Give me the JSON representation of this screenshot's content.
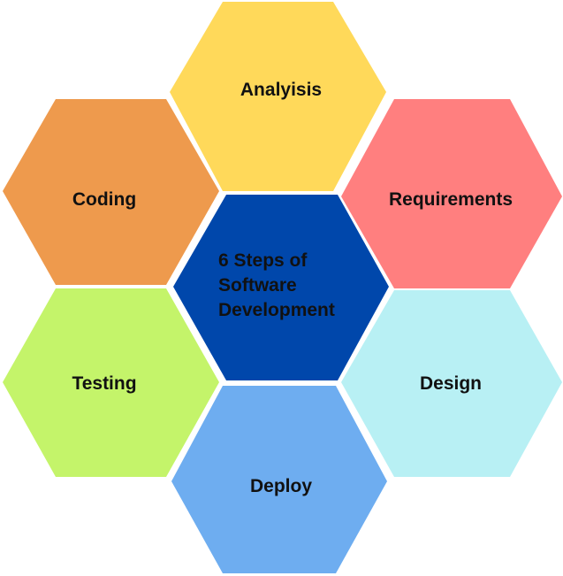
{
  "diagram": {
    "center": {
      "lines": [
        "6 Steps of",
        "Software",
        "Development"
      ],
      "color": "#0047AB"
    },
    "steps": [
      {
        "label": "Analyisis",
        "color": "#FFD95A"
      },
      {
        "label": "Requirements",
        "color": "#FF7F7F"
      },
      {
        "label": "Design",
        "color": "#B8F0F4"
      },
      {
        "label": "Deploy",
        "color": "#6EADF0"
      },
      {
        "label": "Testing",
        "color": "#C4F46A"
      },
      {
        "label": "Coding",
        "color": "#EE9A4D"
      }
    ]
  }
}
